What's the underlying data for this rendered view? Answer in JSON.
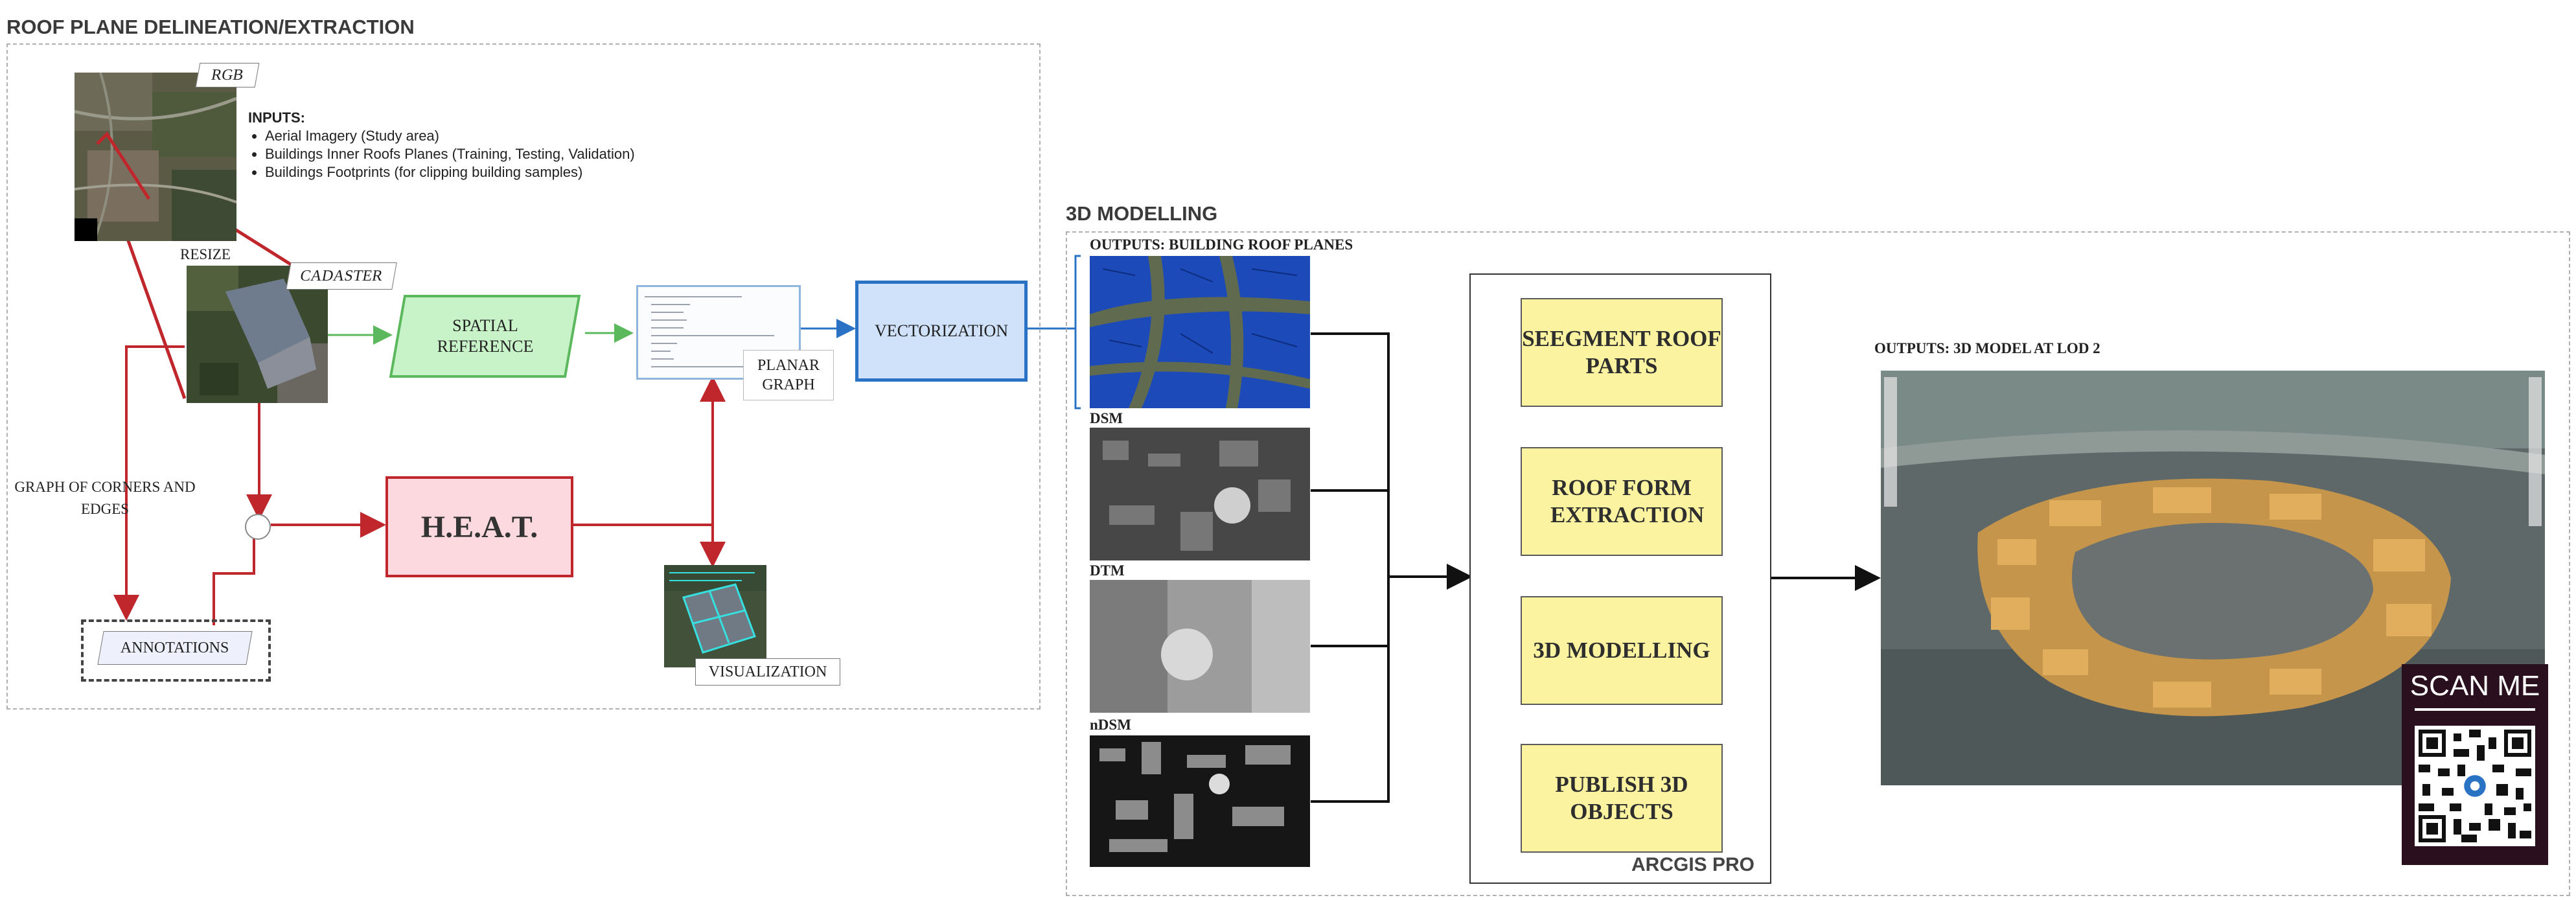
{
  "left_section": {
    "title": "ROOF PLANE DELINEATION/EXTRACTION",
    "rgb_tag": "RGB",
    "inputs_heading": "INPUTS:",
    "inputs": [
      "Aerial Imagery (Study area)",
      "Buildings Inner Roofs Planes (Training, Testing, Validation)",
      "Buildings Footprints (for clipping building samples)"
    ],
    "resize": "RESIZE",
    "cadaster": "CADASTER",
    "spatial_reference": "SPATIAL REFERENCE",
    "planar_graph": "PLANAR GRAPH",
    "vectorization": "VECTORIZATION",
    "graph_label": "GRAPH OF CORNERS AND EDGES",
    "heat": "H.E.A.T.",
    "annotations": "ANNOTATIONS",
    "visualization": "VISUALIZATION"
  },
  "right_section": {
    "title": "3D MODELLING",
    "outputs_roof": "OUTPUTS: BUILDING ROOF PLANES",
    "dsm": "DSM",
    "dtm": "DTM",
    "ndsm": "nDSM",
    "steps": [
      "SEEGMENT ROOF PARTS",
      "ROOF FORM EXTRACTION",
      "3D MODELLING",
      "PUBLISH 3D OBJECTS"
    ],
    "arcgis": "ARCGIS PRO",
    "outputs_model": "OUTPUTS: 3D MODEL AT LOD 2",
    "scan_me": "SCAN ME"
  },
  "colors": {
    "red_flow": "#c0272d",
    "blue_flow": "#2a73c4",
    "green_flow": "#5cb85c",
    "yellow_box": "#fbf3a0"
  }
}
